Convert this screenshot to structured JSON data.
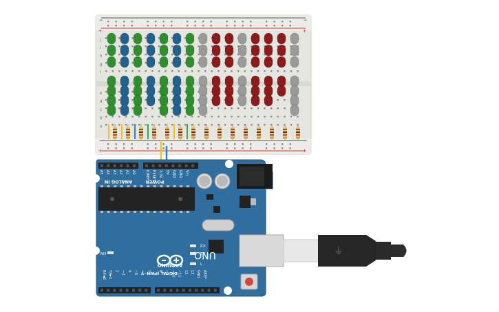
{
  "breadboard": {
    "rail_symbols": {
      "minus": "−",
      "plus": "+"
    },
    "row_letters_upper": [
      "j",
      "i",
      "h",
      "g",
      "f"
    ],
    "row_letters_lower": [
      "e",
      "d",
      "c",
      "b",
      "a"
    ],
    "led_columns": [
      {
        "color": "#2f8f2f",
        "upper_count": 3,
        "lower_count": 4
      },
      {
        "color": "#23618e",
        "upper_count": 3,
        "lower_count": 4
      },
      {
        "color": "#2f8f2f",
        "upper_count": 3,
        "lower_count": 4
      },
      {
        "color": "#23618e",
        "upper_count": 3,
        "lower_count": 3
      },
      {
        "color": "#2f8f2f",
        "upper_count": 3,
        "lower_count": 4
      },
      {
        "color": "#23618e",
        "upper_count": 3,
        "lower_count": 4
      },
      {
        "color": "#2f8f2f",
        "upper_count": 3,
        "lower_count": 4
      },
      {
        "color": "#9a9a9a",
        "upper_count": 3,
        "lower_count": 4
      },
      {
        "color": "#8e1b1b",
        "upper_count": 3,
        "lower_count": 3
      },
      {
        "color": "#8e1b1b",
        "upper_count": 3,
        "lower_count": 3
      },
      {
        "color": "#9a9a9a",
        "upper_count": 3,
        "lower_count": 3
      },
      {
        "color": "#8e1b1b",
        "upper_count": 3,
        "lower_count": 3
      },
      {
        "color": "#8e1b1b",
        "upper_count": 3,
        "lower_count": 3
      },
      {
        "color": "#8e1b1b",
        "upper_count": 3,
        "lower_count": 2
      },
      {
        "color": "#9a9a9a",
        "upper_count": 3,
        "lower_count": 4
      }
    ]
  },
  "arduino": {
    "brand": "ARDUINO",
    "model": "UNO",
    "infinity_symbol": "∞",
    "header_analog_in": "ANALOG IN",
    "header_power": "POWER",
    "analog_pins": [
      "A5",
      "A4",
      "A3",
      "A2",
      "A1",
      "A0"
    ],
    "power_pins": [
      "Vin",
      "GND",
      "GND",
      "5V",
      "3.3V",
      "RESET",
      "IOREF"
    ],
    "header_digital": "DIGITAL (PWM~)",
    "digital_pins": [
      "RX◄0",
      "TX►1",
      "2",
      "~3",
      "4",
      "~5",
      "~6",
      "7",
      "8",
      "~9",
      "~10",
      "~11",
      "12",
      "13",
      "GND",
      "AREF"
    ],
    "led_labels": [
      "RX",
      "TX",
      "L"
    ],
    "on_label": "ON"
  },
  "usb_cable": {
    "symbol": "⏚"
  },
  "colors": {
    "board_blue": "#2f6e9e",
    "breadboard": "#e7e7e2",
    "rail_red": "#d33a2c",
    "wire_yellow": "#f0c419",
    "wire_blue": "#1e88d0",
    "wire_green": "#2fa84f"
  }
}
